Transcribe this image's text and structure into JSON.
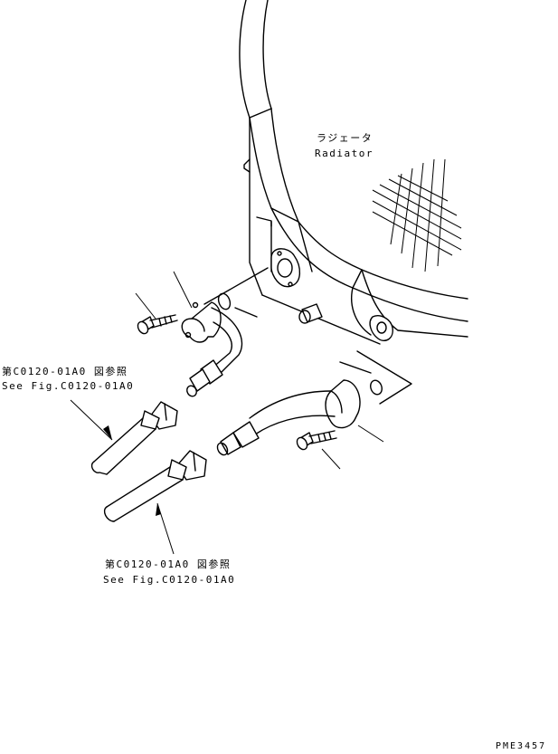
{
  "labels": {
    "radiator_jp": "ラジェータ",
    "radiator_en": "Radiator",
    "ref1_jp": "第C0120-01A0 図参照",
    "ref1_en": "See Fig.C0120-01A0",
    "ref2_jp": "第C0120-01A0 図参照",
    "ref2_en": "See Fig.C0120-01A0",
    "drawing_code": "PME3457"
  }
}
